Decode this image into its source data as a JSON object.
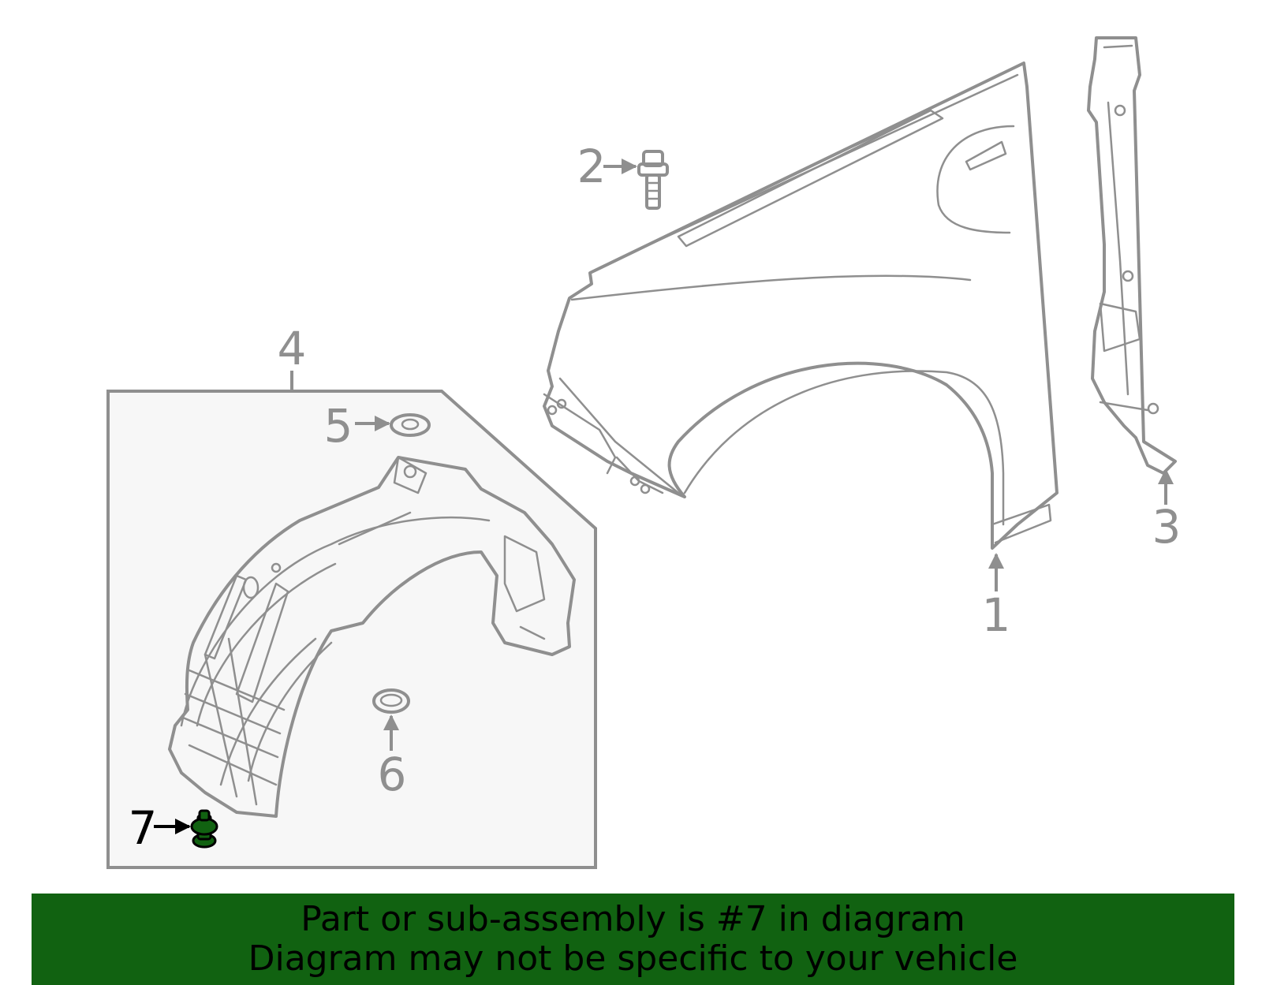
{
  "diagram": {
    "callouts": [
      {
        "id": "1",
        "label": "1"
      },
      {
        "id": "2",
        "label": "2"
      },
      {
        "id": "3",
        "label": "3"
      },
      {
        "id": "4",
        "label": "4"
      },
      {
        "id": "5",
        "label": "5"
      },
      {
        "id": "6",
        "label": "6"
      },
      {
        "id": "7",
        "label": "7",
        "highlighted": true
      }
    ],
    "highlight_color": "#116211",
    "inset_background": "#f7f7f7"
  },
  "banner": {
    "line1": "Part or sub-assembly is #7 in diagram",
    "line2": "Diagram may not be specific to your vehicle",
    "background": "#116211"
  }
}
